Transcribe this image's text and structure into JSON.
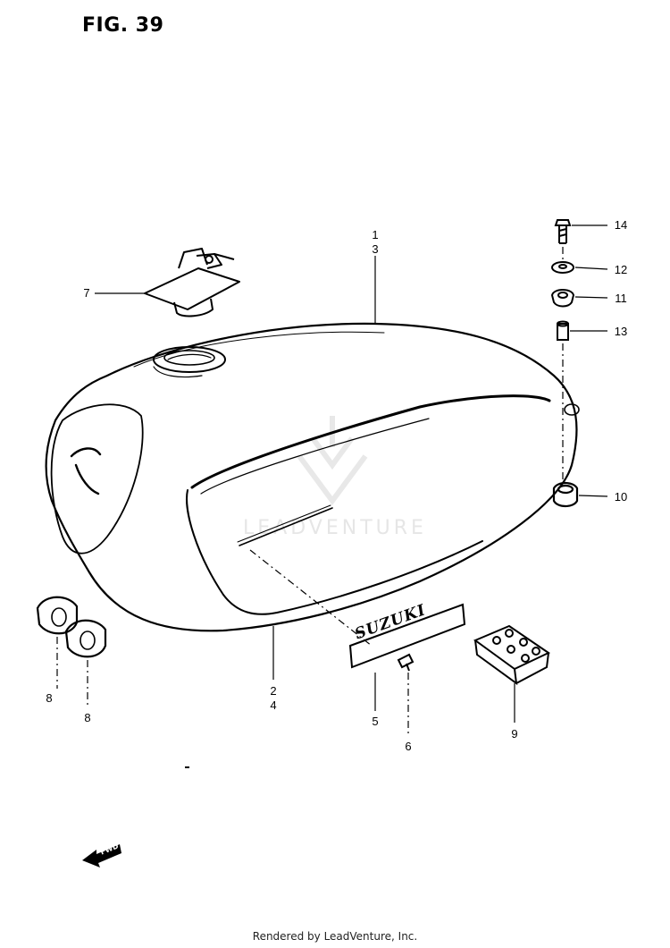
{
  "figure": {
    "title": "FIG. 39"
  },
  "callouts": {
    "c1": "1",
    "c3": "3",
    "c2": "2",
    "c4": "4",
    "c5": "5",
    "c6": "6",
    "c7": "7",
    "c8a": "8",
    "c8b": "8",
    "c9": "9",
    "c10": "10",
    "c11": "11",
    "c12": "12",
    "c13": "13",
    "c14": "14"
  },
  "emblem": {
    "text": "SUZUKI"
  },
  "direction": {
    "label": "FWD"
  },
  "watermark": {
    "text": "LEADVENTURE"
  },
  "footer": {
    "credit": "Rendered by LeadVenture, Inc."
  }
}
